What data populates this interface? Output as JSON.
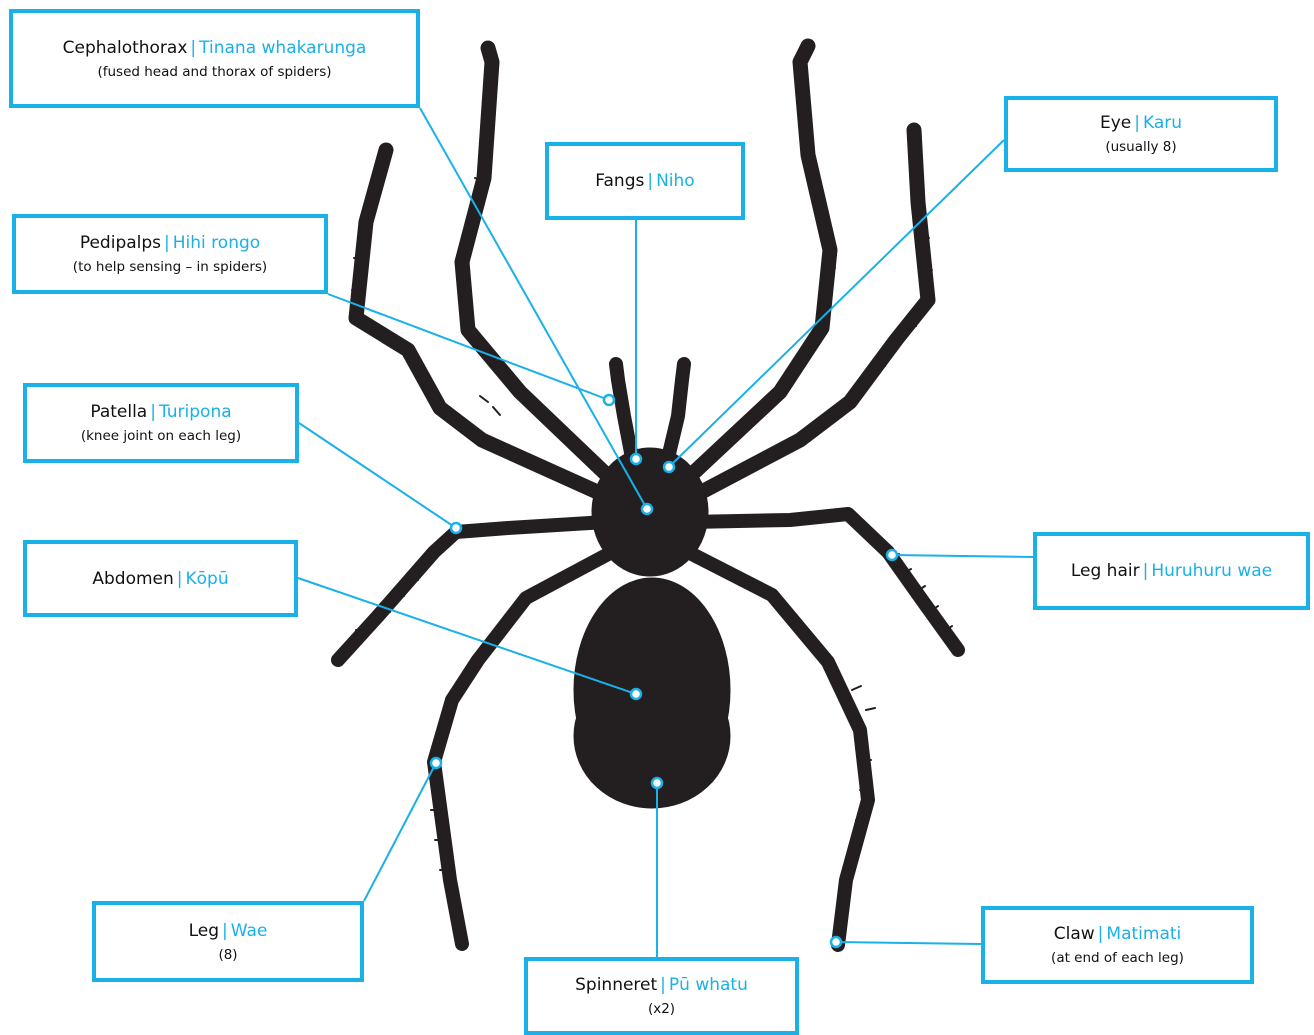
{
  "colors": {
    "accent": "#1ab0e8",
    "silhouette": "#231f20",
    "text": "#111111"
  },
  "separator": "|",
  "labels": {
    "cephalothorax": {
      "english": "Cephalothorax",
      "maori": "Tinana whakarunga",
      "note": "(fused head and thorax of spiders)"
    },
    "fangs": {
      "english": "Fangs",
      "maori": "Niho"
    },
    "eye": {
      "english": "Eye",
      "maori": "Karu",
      "note": "(usually 8)"
    },
    "pedipalps": {
      "english": "Pedipalps",
      "maori": "Hihi rongo",
      "note": "(to help sensing – in spiders)"
    },
    "patella": {
      "english": "Patella",
      "maori": "Turipona",
      "note": "(knee joint on each leg)"
    },
    "abdomen": {
      "english": "Abdomen",
      "maori": "Kōpū"
    },
    "leg_hair": {
      "english": "Leg hair",
      "maori": "Huruhuru wae"
    },
    "leg": {
      "english": "Leg",
      "maori": "Wae",
      "note": "(8)"
    },
    "spinneret": {
      "english": "Spinneret",
      "maori": "Pū whatu",
      "note": "(x2)"
    },
    "claw": {
      "english": "Claw",
      "maori": "Matimati",
      "note": "(at end of each leg)"
    }
  }
}
